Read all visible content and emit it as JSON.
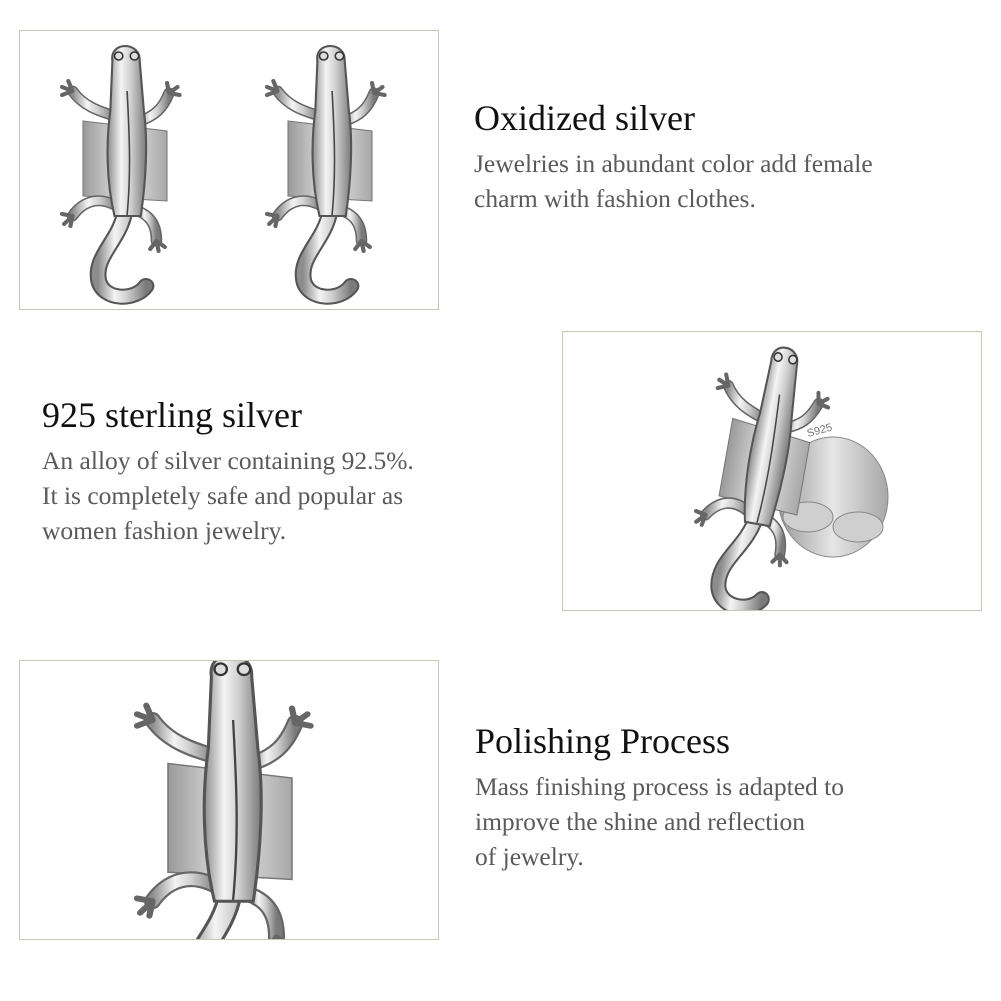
{
  "colors": {
    "border": "#c6c6b3",
    "title": "#111111",
    "description": "#5a5a5a",
    "background": "#ffffff"
  },
  "sections": [
    {
      "title": "Oxidized silver",
      "lines": [
        "Jewelries in abundant color add female",
        "charm with fashion clothes."
      ],
      "image": "pair-of-silver-gecko-stud-earrings"
    },
    {
      "title": "925 sterling silver",
      "lines": [
        "An alloy of silver containing 92.5%.",
        "It is completely safe and popular as",
        "women fashion jewelry."
      ],
      "image": "single-gecko-stud-earring-side-view-with-925-stamped-back"
    },
    {
      "title": "Polishing Process",
      "lines": [
        "Mass finishing process is adapted to",
        "improve the shine and reflection",
        "of jewelry."
      ],
      "image": "close-up-gecko-earring"
    }
  ]
}
